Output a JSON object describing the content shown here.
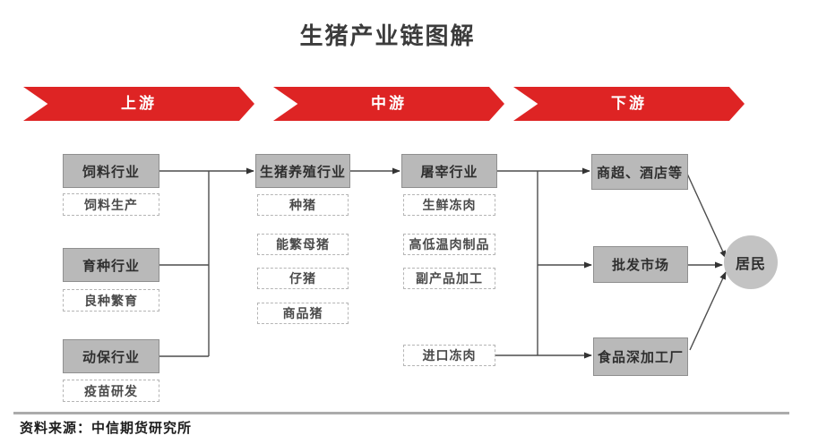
{
  "title": "生猪产业链图解",
  "banners": [
    {
      "label": "上游"
    },
    {
      "label": "中游"
    },
    {
      "label": "下游"
    }
  ],
  "nodes": {
    "feed_industry": "饲料行业",
    "feed_production": "饲料生产",
    "breeding_industry": "育种行业",
    "fine_breeding": "良种繁育",
    "animal_health_industry": "动保行业",
    "vaccine_rd": "疫苗研发",
    "pig_farming_industry": "生猪养殖行业",
    "breeding_pig": "种猪",
    "fertile_sow": "能繁母猪",
    "piglet": "仔猪",
    "commodity_pig": "商品猪",
    "slaughter_industry": "屠宰行业",
    "fresh_frozen_meat": "生鲜冻肉",
    "temp_processed_meat": "高低温肉制品",
    "byproduct_processing": "副产品加工",
    "imported_frozen_meat": "进口冻肉",
    "supermarket_hotel": "商超、酒店等",
    "wholesale_market": "批发市场",
    "food_processing_factory": "食品深加工厂",
    "residents": "居民"
  },
  "footer": {
    "source_label": "资料来源：中信期货研究所"
  },
  "colors": {
    "accent_red": "#de2424",
    "node_gray": "#b9b9b9",
    "dashed_border_gray": "#b5b5b5",
    "line_gray": "#4d4d4d"
  }
}
